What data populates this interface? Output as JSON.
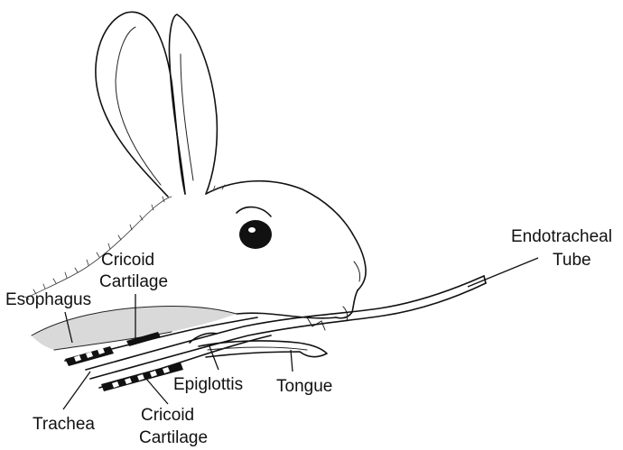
{
  "labels": {
    "endotracheal_tube": [
      "Endotracheal",
      "Tube"
    ],
    "cricoid_top": [
      "Cricoid",
      "Cartilage"
    ],
    "esophagus": "Esophagus",
    "trachea": "Trachea",
    "cricoid_bottom": [
      "Cricoid",
      "Cartilage"
    ],
    "epiglottis": "Epiglottis",
    "tongue": "Tongue"
  }
}
